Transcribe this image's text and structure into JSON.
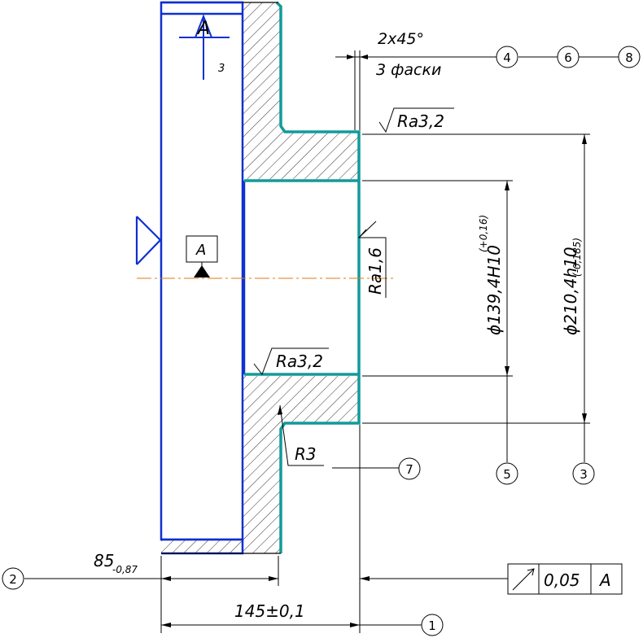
{
  "drawing": {
    "section_label": "A",
    "section_number": "3",
    "chamfer_note": "2x45°",
    "chamfer_count": "3 фаски",
    "roughness_top": "Ra3,2",
    "roughness_bore": "Ra1,6",
    "roughness_mid": "Ra3,2",
    "radius": "R3",
    "datum": "A",
    "dim_bore": "ϕ139,4H10",
    "dim_bore_tol": "(+0,16)",
    "dim_outer": "ϕ210,4h10",
    "dim_outer_tol": "(-0,185)",
    "dim_85": "85",
    "dim_85_tol": "-0,87",
    "dim_145": "145±0,1",
    "runout_value": "0,05",
    "runout_datum": "A",
    "callouts": [
      "1",
      "2",
      "3",
      "4",
      "5",
      "6",
      "7",
      "8"
    ]
  }
}
